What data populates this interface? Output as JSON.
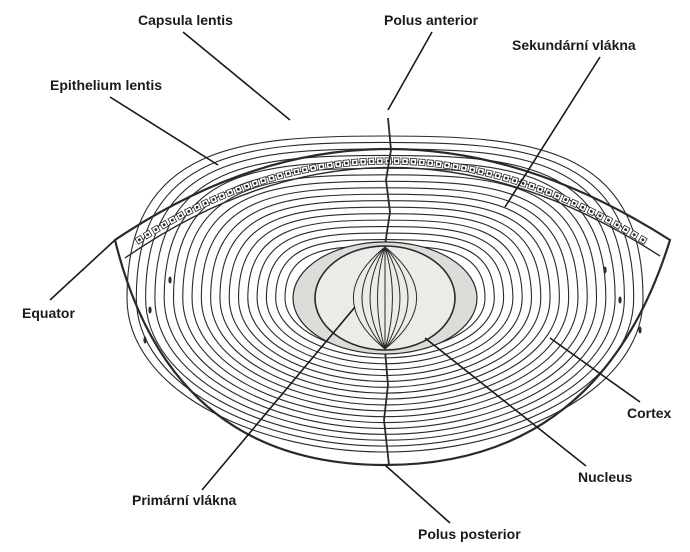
{
  "labels": {
    "capsula_lentis": "Capsula lentis",
    "polus_anterior": "Polus anterior",
    "sekundarni_vlakna": "Sekundární vlákna",
    "epithelium_lentis": "Epithelium lentis",
    "equator": "Equator",
    "cortex": "Cortex",
    "nucleus": "Nucleus",
    "primarni_vlakna": "Primární vlákna",
    "polus_posterior": "Polus posterior"
  },
  "colors": {
    "ink": "#2a2a2a",
    "paper": "#ffffff",
    "nucleus_fill": "#ecebe8"
  }
}
